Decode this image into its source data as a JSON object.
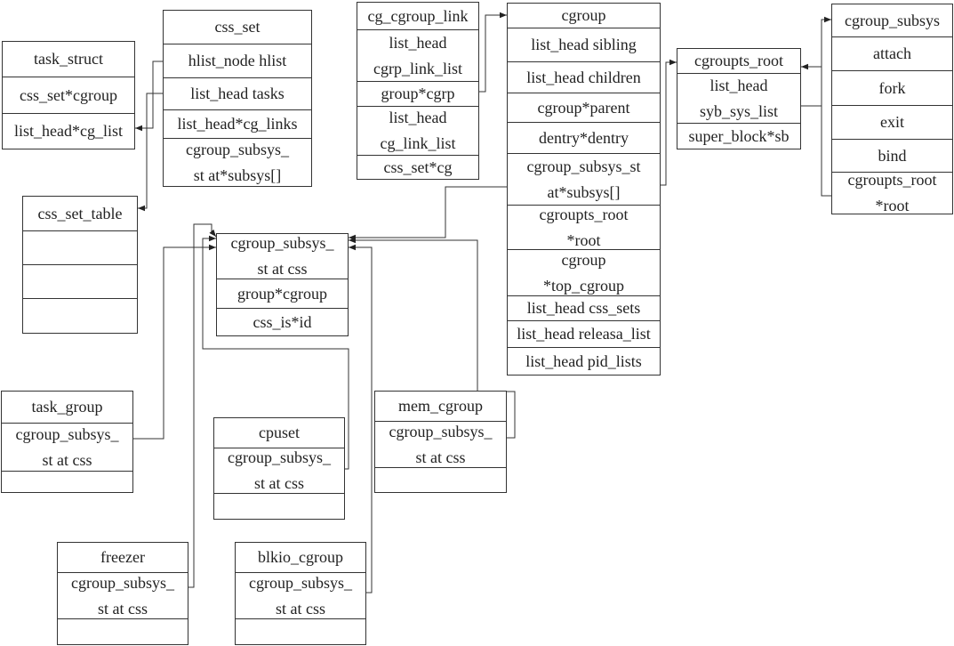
{
  "boxes": {
    "task_struct": [
      "task_struct",
      "css_set*cgroup",
      "list_head*cg_list"
    ],
    "css_set": [
      "css_set",
      "hlist_node hlist",
      "list_head tasks",
      "list_head*cg_links",
      "cgroup_subsys_\nst at*subsys[]"
    ],
    "css_set_table": [
      "css_set_table",
      "",
      "",
      ""
    ],
    "cg_cgroup_link": [
      "cg_cgroup_link",
      "list_head\ncgrp_link_list",
      "group*cgrp",
      "list_head\ncg_link_list",
      "css_set*cg"
    ],
    "cgroup": [
      "cgroup",
      "list_head sibling",
      "list_head children",
      "cgroup*parent",
      "dentry*dentry",
      "cgroup_subsys_st\nat*subsys[]",
      "cgroupts_root\n*root",
      "cgroup\n*top_cgroup",
      "list_head css_sets",
      "list_head releasa_list",
      "list_head pid_lists"
    ],
    "cgroupts_root": [
      "cgroupts_root",
      "list_head\nsyb_sys_list",
      "super_block*sb"
    ],
    "cgroup_subsys": [
      "cgroup_subsys",
      "attach",
      "fork",
      "exit",
      "bind",
      "cgroupts_root\n*root"
    ],
    "cgroup_subsys_state": [
      "cgroup_subsys_\nst at css",
      "group*cgroup",
      "css_is*id"
    ],
    "task_group": [
      "task_group",
      "cgroup_subsys_\nst at css",
      ""
    ],
    "cpuset": [
      "cpuset",
      "cgroup_subsys_\nst at css",
      ""
    ],
    "mem_cgroup": [
      "mem_cgroup",
      "cgroup_subsys_\nst at css",
      ""
    ],
    "freezer": [
      "freezer",
      "cgroup_subsys_\nst at css",
      ""
    ],
    "blkio_cgroup": [
      "blkio_cgroup",
      "cgroup_subsys_\nst at css",
      ""
    ]
  }
}
